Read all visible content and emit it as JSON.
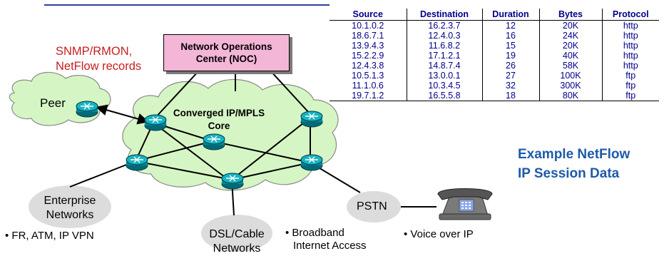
{
  "noc": {
    "label": "Network Operations\nCenter  (NOC)"
  },
  "records_label": [
    "SNMP/RMON,",
    "NetFlow records"
  ],
  "peer_label": "Peer",
  "core_label": [
    "Converged IP/MPLS",
    "Core"
  ],
  "clouds": {
    "enterprise": [
      "Enterprise",
      "Networks"
    ],
    "dsl": [
      "DSL/Cable",
      "Networks"
    ],
    "pstn": "PSTN"
  },
  "bullets": {
    "enterprise": "• FR, ATM, IP VPN",
    "broadband": [
      "• Broadband",
      "Internet Access"
    ],
    "voice": "• Voice over IP"
  },
  "netflow_title": [
    "Example NetFlow",
    "IP Session Data"
  ],
  "table": {
    "headers": [
      "Source",
      "Destination",
      "Duration",
      "Bytes",
      "Protocol"
    ],
    "rows": [
      [
        "10.1.0.2",
        "16.2.3.7",
        "12",
        "20K",
        "http"
      ],
      [
        "18.6.7.1",
        "12.4.0.3",
        "16",
        "24K",
        "http"
      ],
      [
        "13.9.4.3",
        "11.6.8.2",
        "15",
        "20K",
        "http"
      ],
      [
        "15.2.2.9",
        "17.1.2.1",
        "19",
        "40K",
        "http"
      ],
      [
        "12.4.3.8",
        "14.8.7.4",
        "26",
        "58K",
        "http"
      ],
      [
        "10.5.1.3",
        "13.0.0.1",
        "27",
        "100K",
        "ftp"
      ],
      [
        "11.1.0.6",
        "10.3.4.5",
        "32",
        "300K",
        "ftp"
      ],
      [
        "19.7.1.2",
        "16.5.5.8",
        "18",
        "80K",
        "ftp"
      ]
    ]
  },
  "colors": {
    "cloud_fill": "#d6f5c4",
    "router_fill": "#0099a8",
    "noc_fill": "#f4b6d6",
    "label_red": "#c81e1e",
    "title_blue": "#1e5aa8",
    "table_text": "#00008b"
  }
}
